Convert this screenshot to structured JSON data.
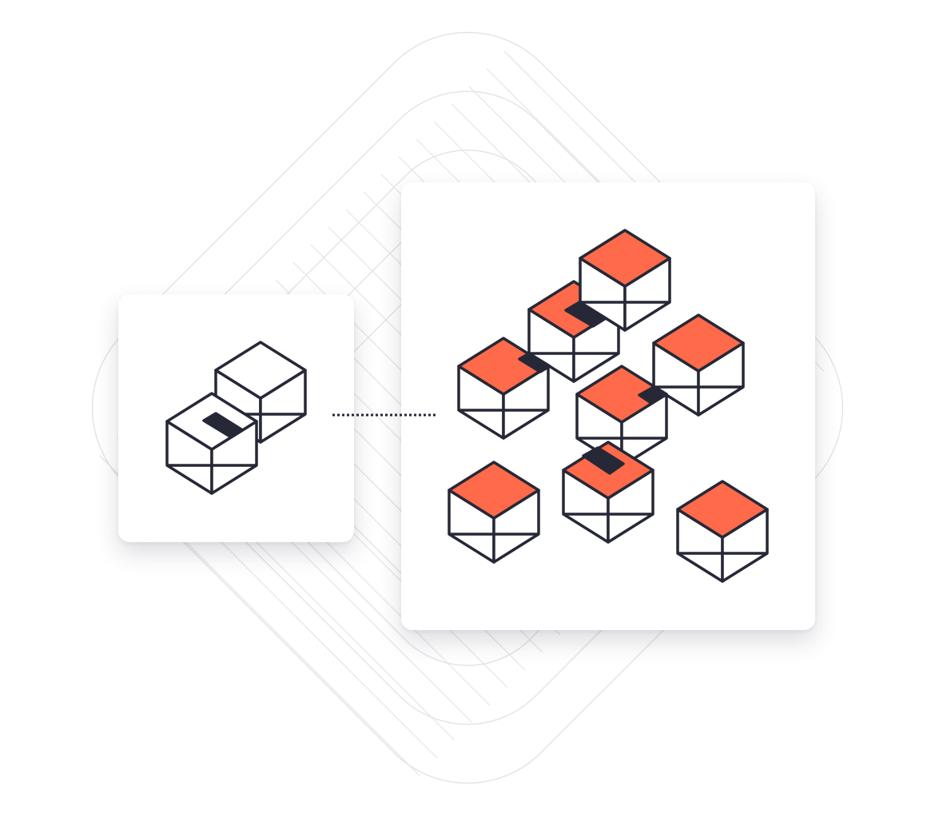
{
  "colors": {
    "accent": "#FF6A4A",
    "stroke": "#262837",
    "background_lines": "#E4E5E9",
    "card": "#FFFFFF"
  },
  "illustration": {
    "left_group": {
      "cubes": 2,
      "top_fill": "white"
    },
    "right_group": {
      "cubes": 8,
      "top_fill": "accent"
    }
  }
}
